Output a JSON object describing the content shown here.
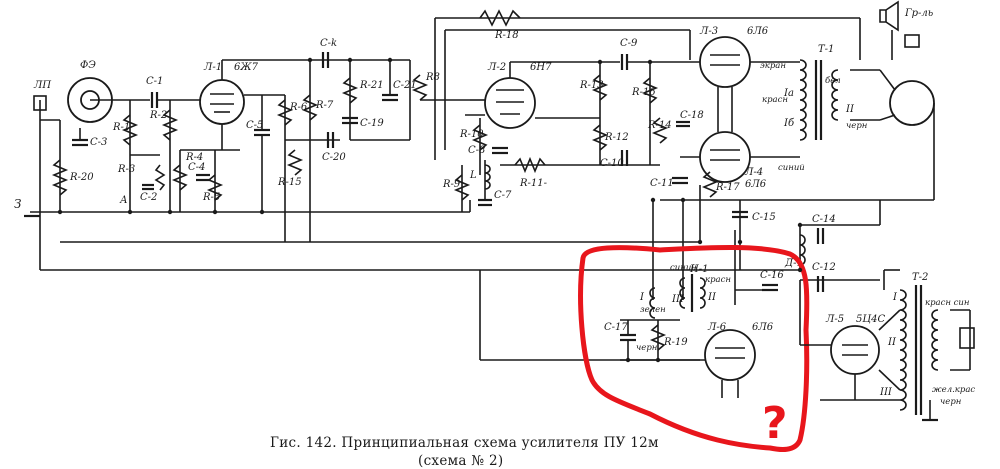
{
  "caption": {
    "line1": "Гис. 142. Принципиальная схема усилителя ПУ 12м",
    "line2": "(схема № 2)"
  },
  "annotation": {
    "question_mark": "?",
    "highlight_color": "#e8161c"
  },
  "labels": {
    "lp": "ЛП",
    "fe": "ФЭ",
    "c3": "С-3",
    "r20": "R-20",
    "gnd": "З",
    "c1": "С-1",
    "r1": "R-1",
    "r2": "R-2",
    "r3": "R-3",
    "c2": "С-2",
    "r4": "R-4",
    "c4": "С-4",
    "r5": "R-5",
    "a": "А",
    "l1": "Л-1",
    "l1_type": "6Ж7",
    "c5": "С-5",
    "r6": "R-6",
    "r7": "R-7",
    "r15": "R-15",
    "c20": "С-20",
    "ck": "С-k",
    "r21": "R-21",
    "c19": "С-19",
    "c21": "С-21",
    "r8": "R8",
    "r18": "R-18",
    "l2": "Л-2",
    "l2_type": "6Н7",
    "r10": "R-10",
    "c8": "С-8",
    "r9": "R-9",
    "l": "L",
    "c7": "С-7",
    "r11": "R-11-",
    "c9": "С-9",
    "r13": "R-13",
    "r12": "R-12",
    "r16": "R-16",
    "r14": "R-14",
    "c18": "С-18",
    "c10": "С-10",
    "l3": "Л-3",
    "l3_type": "6Л6",
    "l4": "Л-4",
    "l4_type": "6Л6",
    "c11": "С-11",
    "r17": "R-17",
    "t1": "Т-1",
    "ekran": "экран",
    "bel": "бел",
    "krasn": "красн",
    "chern": "черн",
    "siniy": "синий",
    "w1a": "Iа",
    "w1b": "Iб",
    "w2": "II",
    "gr": "Гр-ль",
    "c15": "С-15",
    "c14": "С-14",
    "c12": "С-12",
    "d1": "Д-1",
    "c16": "С-16",
    "c17": "С-17",
    "r19": "R-19",
    "n1": "Н-1",
    "l6": "Л-6",
    "l6_type": "6Л6",
    "n1_w1": "I",
    "n1_w2": "III",
    "n1_w3": "II",
    "zelen": "зелен",
    "chern2": "черн",
    "krasn2": "красн",
    "siniy2": "синий",
    "l5": "Л-5",
    "l5_type": "5Ц4С",
    "t2": "Т-2",
    "krasn_sin": "красн син",
    "zhel_kras": "жел.крас",
    "chern3": "черн",
    "w_i": "I",
    "w_ii": "II",
    "w_iii": "III"
  }
}
